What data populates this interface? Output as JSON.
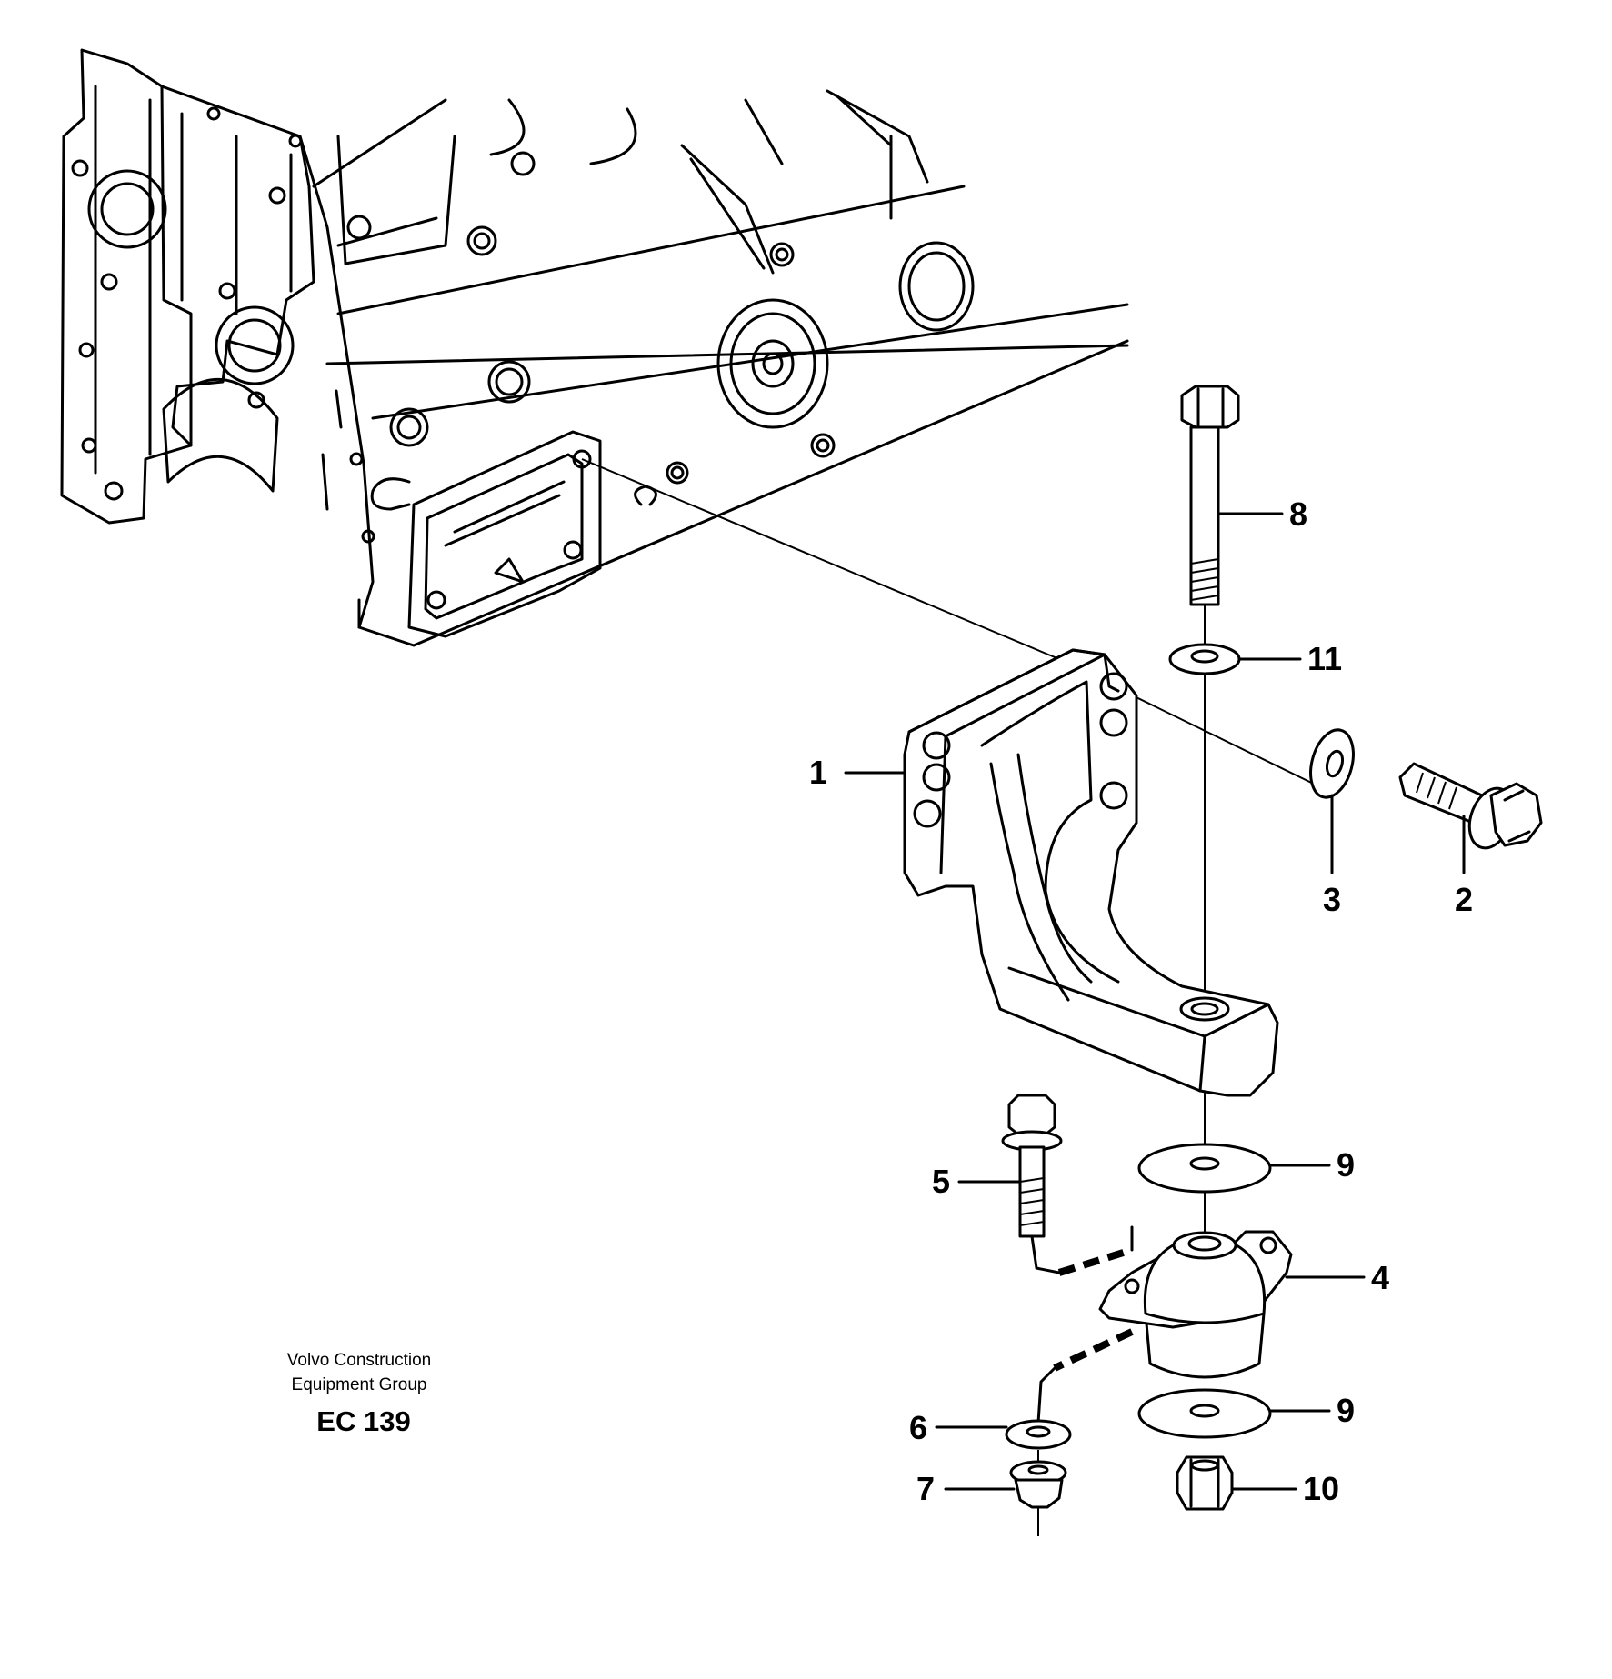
{
  "callouts": [
    {
      "id": "1",
      "label": "1"
    },
    {
      "id": "2",
      "label": "2"
    },
    {
      "id": "3",
      "label": "3"
    },
    {
      "id": "4",
      "label": "4"
    },
    {
      "id": "5",
      "label": "5"
    },
    {
      "id": "6",
      "label": "6"
    },
    {
      "id": "7",
      "label": "7"
    },
    {
      "id": "8",
      "label": "8"
    },
    {
      "id": "9a",
      "label": "9"
    },
    {
      "id": "9b",
      "label": "9"
    },
    {
      "id": "10",
      "label": "10"
    },
    {
      "id": "11",
      "label": "11"
    }
  ],
  "caption": {
    "line1": "Volvo Construction",
    "line2": "Equipment Group",
    "code": "EC 139"
  }
}
